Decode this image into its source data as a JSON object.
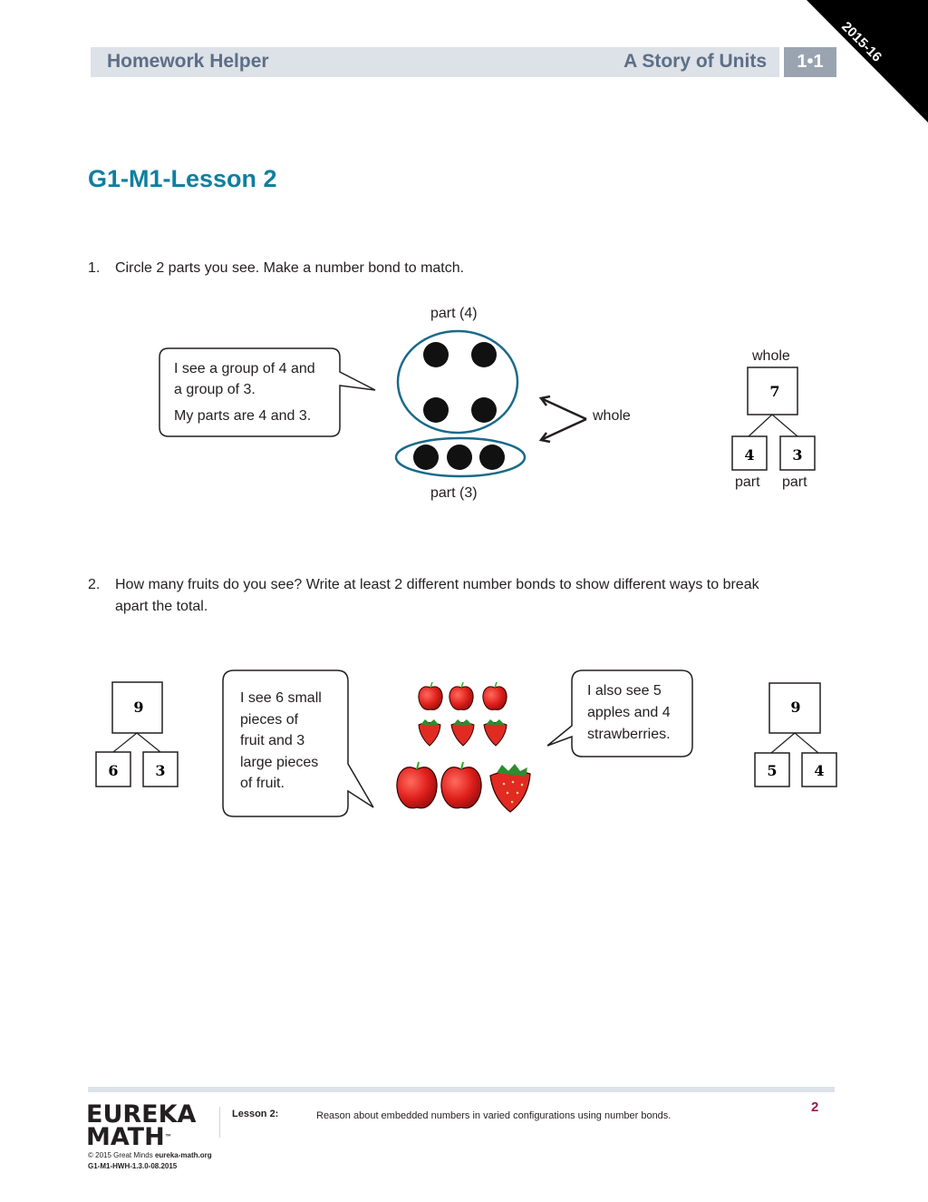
{
  "header": {
    "left": "Homework Helper",
    "right": "A Story of Units",
    "badge": "1•1",
    "corner_year": "2015-16"
  },
  "lesson_title": "G1-M1-Lesson 2",
  "problem1": {
    "number": "1.",
    "text": "Circle 2 parts you see.  Make a number bond to match.",
    "bubble_lines": [
      "I see a group of 4 and",
      "a group of 3.",
      "My parts are 4 and 3."
    ],
    "label_part_top": "part (4)",
    "label_part_bottom": "part (3)",
    "label_whole_arrow": "whole",
    "bond": {
      "whole_label": "whole",
      "whole": "7",
      "part_a": "4",
      "part_b": "3",
      "part_a_label": "part",
      "part_b_label": "part"
    }
  },
  "problem2": {
    "number": "2.",
    "text_line1": "How many fruits do you see?  Write at least 2 different number bonds to show different ways to break",
    "text_line2": "apart the total.",
    "bubble_left_lines": [
      "I see 6 small",
      "pieces of",
      "fruit and 3",
      "large pieces",
      "of fruit."
    ],
    "bubble_right_lines": [
      "I also see 5",
      "apples and 4",
      "strawberries."
    ],
    "bond_left": {
      "whole": "9",
      "part_a": "6",
      "part_b": "3"
    },
    "bond_right": {
      "whole": "9",
      "part_a": "5",
      "part_b": "4"
    }
  },
  "footer": {
    "logo_line1": "EUREKA",
    "logo_line2": "MATH",
    "logo_tm": "™",
    "lesson_label": "Lesson 2:",
    "description": "Reason about embedded numbers in varied configurations using number bonds.",
    "page": "2",
    "copyright_prefix": "© 2015 Great Minds ",
    "copyright_site": "eureka-math.org",
    "code": "G1-M1-HWH-1.3.0-08.2015"
  },
  "colors": {
    "title": "#0f7fa0",
    "header_text": "#5c6f87",
    "number_bond_digits": "#1c7ca0",
    "page_number": "#9b1b47"
  }
}
